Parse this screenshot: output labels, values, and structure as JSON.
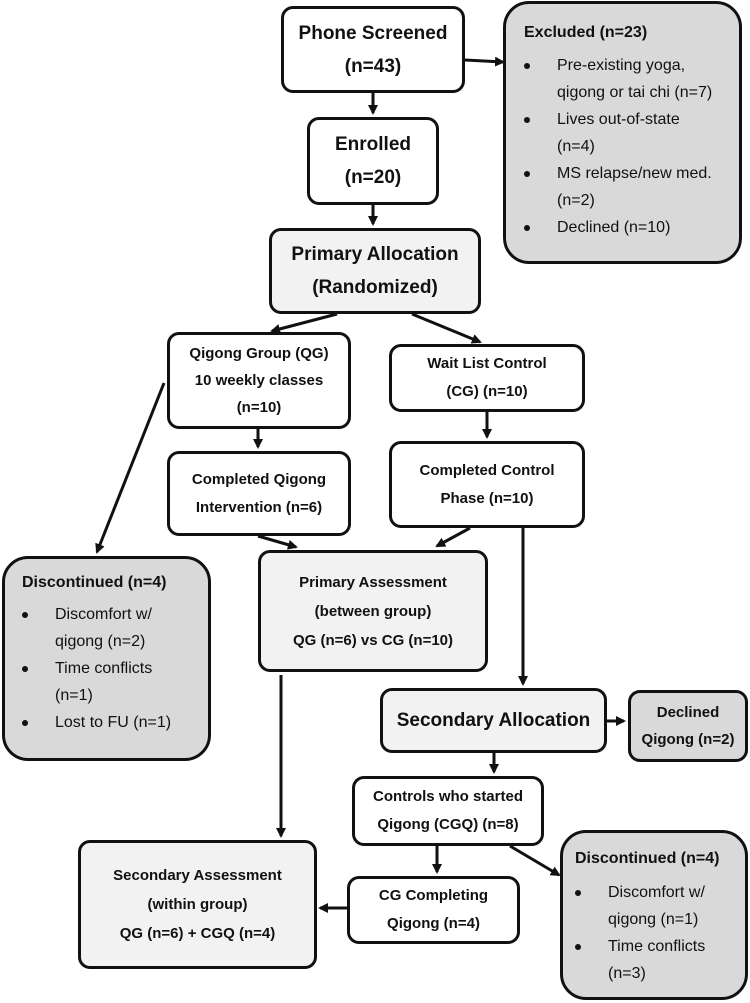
{
  "boxes": {
    "phone_screened": [
      "Phone Screened",
      "(n=43)"
    ],
    "enrolled": [
      "Enrolled",
      "(n=20)"
    ],
    "primary_allocation": [
      "Primary Allocation",
      "(Randomized)"
    ],
    "qigong_group": [
      "Qigong Group (QG)",
      "10 weekly classes",
      "(n=10)"
    ],
    "wait_list_control": [
      "Wait List Control",
      "(CG) (n=10)"
    ],
    "completed_qigong": [
      "Completed Qigong",
      "Intervention (n=6)"
    ],
    "completed_control": [
      "Completed Control",
      "Phase (n=10)"
    ],
    "primary_assessment": [
      "Primary Assessment",
      "(between group)",
      "QG (n=6) vs CG (n=10)"
    ],
    "secondary_allocation": [
      "Secondary Allocation"
    ],
    "declined_qigong": [
      "Declined",
      "Qigong (n=2)"
    ],
    "controls_started": [
      "Controls who started",
      "Qigong (CGQ) (n=8)"
    ],
    "cg_completing": [
      "CG Completing",
      "Qigong (n=4)"
    ],
    "secondary_assessment": [
      "Secondary Assessment",
      "(within group)",
      "QG (n=6) + CGQ (n=4)"
    ]
  },
  "excluded": {
    "title": "Excluded (n=23)",
    "items": [
      [
        "Pre-existing yoga,",
        "qigong or tai chi (n=7)"
      ],
      [
        "Lives out-of-state",
        "(n=4)"
      ],
      [
        "MS relapse/new med.",
        "(n=2)"
      ],
      [
        "Declined (n=10)"
      ]
    ]
  },
  "discontinued_qg": {
    "title": "Discontinued (n=4)",
    "items": [
      [
        "Discomfort w/",
        "qigong (n=2)"
      ],
      [
        "Time conflicts",
        "(n=1)"
      ],
      [
        "Lost to FU (n=1)"
      ]
    ]
  },
  "discontinued_cgq": {
    "title": "Discontinued (n=4)",
    "items": [
      [
        "Discomfort w/",
        "qigong (n=1)"
      ],
      [
        "Time conflicts",
        "(n=3)"
      ]
    ]
  }
}
